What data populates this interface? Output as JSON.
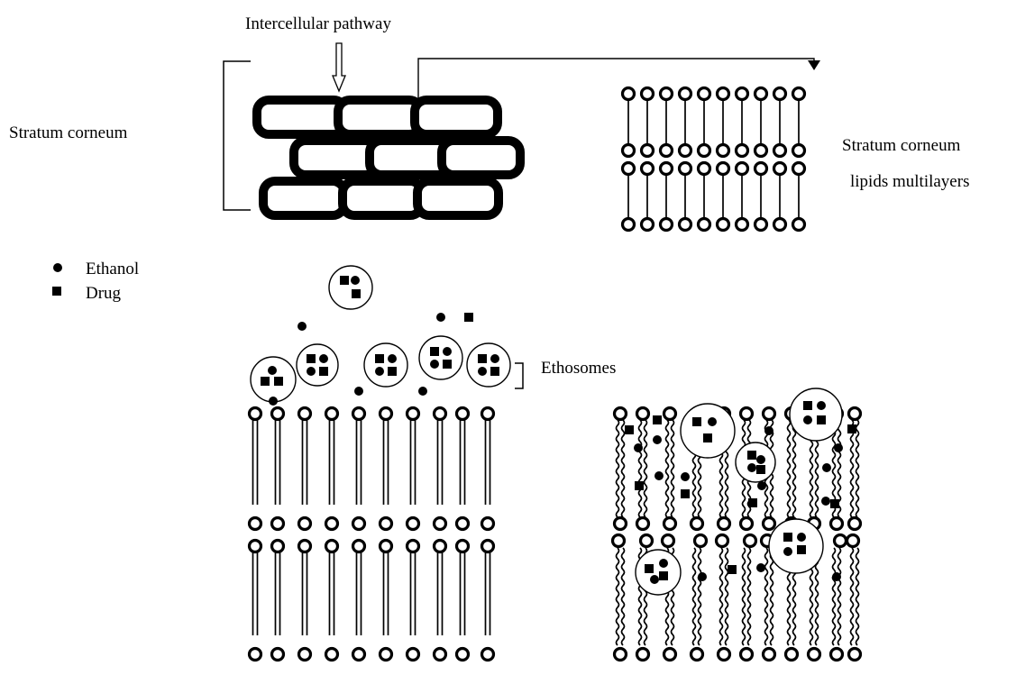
{
  "labels": {
    "intercellular_pathway": "Intercellular pathway",
    "stratum_corneum": "Stratum corneum",
    "sc_lipids_line1": "Stratum corneum",
    "sc_lipids_line2": "lipids multilayers",
    "ethosomes": "Ethosomes"
  },
  "legend": {
    "ethanol": "Ethanol",
    "drug": "Drug"
  },
  "colors": {
    "ink": "#000000",
    "background": "#ffffff"
  },
  "icons": {
    "ethanol": "filled-circle",
    "drug": "filled-square",
    "pathway_arrow": "hollow-down-arrow"
  }
}
